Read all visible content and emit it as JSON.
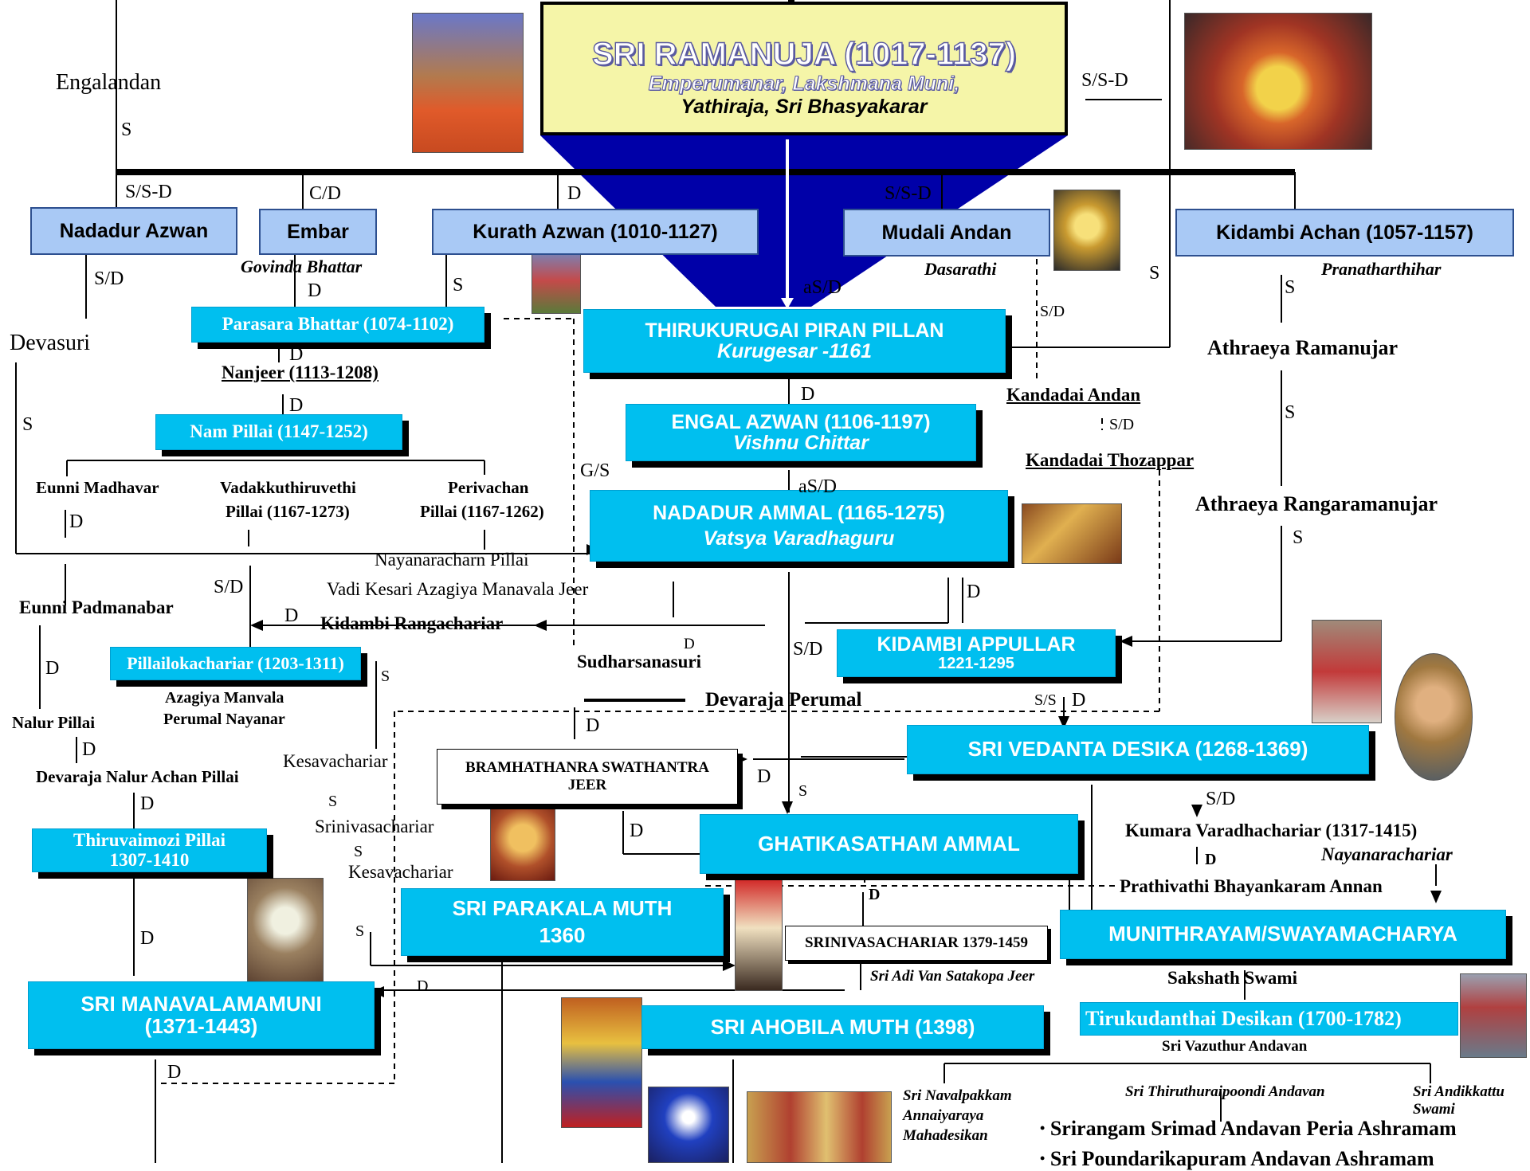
{
  "title": {
    "main": "SRI RAMANUJA (1017-1137)",
    "sub1": "Emperumanar, Lakshmana Muni,",
    "sub2": "Yathiraja, Sri Bhasyakarar"
  },
  "boxes": {
    "nadadur_azwan": "Nadadur Azwan",
    "embar": "Embar",
    "kurath_azwan": "Kurath Azwan  (1010-1127)",
    "mudali_andan": "Mudali Andan",
    "kidambi_achan": "Kidambi Achan (1057-1157)",
    "parasara_bhattar": "Parasara Bhattar (1074-1102)",
    "thirukurugai_1": "THIRUKURUGAI  PIRAN  PILLAN",
    "thirukurugai_2": "Kurugesar     -1161",
    "nam_pillai": "Nam Pillai (1147-1252)",
    "engal_azwan_1": "ENGAL AZWAN (1106-1197)",
    "engal_azwan_2": "Vishnu Chittar",
    "nadadur_ammal_1": "NADADUR AMMAL  (1165-1275)",
    "nadadur_ammal_2": "Vatsya Varadhaguru",
    "kidambi_appullar_1": "KIDAMBI APPULLAR",
    "kidambi_appullar_2": "1221-1295",
    "pillailokachariar": "Pillailokachariar (1203-1311)",
    "vedanta_desika": "SRI VEDANTA  DESIKA (1268-1369)",
    "bramhathanra_1": "BRAMHATHANRA SWATHANTRA",
    "bramhathanra_2": "JEER",
    "ghatikasatham": "GHATIKASATHAM AMMAL",
    "thiruvaimozi_1": "Thiruvaimozi Pillai",
    "thiruvaimozi_2": "1307-1410",
    "parakala_1": "SRI PARAKALA MUTH",
    "parakala_2": "1360",
    "srinivasachariar": "SRINIVASACHARIAR 1379-1459",
    "munithrayam": "MUNITHRAYAM/SWAYAMACHARYA",
    "manavalamamuni_1": "SRI MANAVALAMAMUNI",
    "manavalamamuni_2": "(1371-1443)",
    "ahobila": "SRI AHOBILA MUTH (1398)",
    "tirukudanthai": "Tirukudanthai Desikan (1700-1782)"
  },
  "names": {
    "engalandan": "Engalandan",
    "govinda_bhattar": "Govinda Bhattar",
    "dasarathi": "Dasarathi",
    "pranatharthihar": "Pranatharthihar",
    "devasuri": "Devasuri",
    "nanjeer": "Nanjeer (1113-1208)",
    "kandadai_andan": "Kandadai Andan",
    "athraeya_ramanujar": "Athraeya Ramanujar",
    "kandadai_thozappar": "Kandadai Thozappar",
    "eunni_madhavar": "Eunni Madhavar",
    "vadakku_1": "Vadakkuthiruvethi",
    "vadakku_2": "Pillai (1167-1273)",
    "perivachan_1": "Perivachan",
    "perivachan_2": "Pillai  (1167-1262)",
    "athraeya_ranga": "Athraeya Rangaramanujar",
    "nayanaracharn": "Nayanaracharn Pillai",
    "vadi_kesari": "Vadi Kesari Azagiya Manavala Jeer",
    "eunni_padmanabar": "Eunni Padmanabar",
    "kidambi_rangachariar": "Kidambi Rangachariar",
    "sudharsanasuri": "Sudharsanasuri",
    "azagiya_1": "Azagiya Manvala",
    "azagiya_2": "Perumal Nayanar",
    "devaraja_perumal": "Devaraja Perumal",
    "nalur_pillai": "Nalur Pillai",
    "kesavachariar_1": "Kesavachariar",
    "devaraja_nalur": "Devaraja Nalur Achan Pillai",
    "srinivasachariar_2": "Srinivasachariar",
    "kumara": "Kumara Varadhachariar (1317-1415)",
    "nayanarachariar": "Nayanarachariar",
    "kesavachariar_2": "Kesavachariar",
    "prathivathi": "Prathivathi Bhayankaram Annan",
    "adi_van": "Sri Adi Van Satakopa Jeer",
    "sakshath": "Sakshath Swami",
    "vazuthur": "Sri Vazuthur Andavan",
    "navalpakkam_1": "Sri Navalpakkam",
    "navalpakkam_2": "Annaiyaraya",
    "navalpakkam_3": "Mahadesikan",
    "thiruthuraipoondi": "Sri Thiruthuraipoondi Andavan",
    "andikkattu_1": "Sri Andikkattu",
    "andikkattu_2": "Swami"
  },
  "bullets": [
    "Srirangam Srimad Andavan Peria Ashramam",
    "Sri Poundarikapuram  Andavan Ashramam"
  ],
  "relations": {
    "s": "S",
    "d": "D",
    "sd": "S/D",
    "ssd": "S/S-D",
    "cd": "C/D",
    "asd": "aS/D",
    "gs": "G/S",
    "ss": "S/S"
  },
  "icons": {
    "photo": "devotional-photo-icon"
  },
  "colors": {
    "cyan_box": "#00bfef",
    "light_box": "#a9c9f5",
    "title_fill": "#f5f5a8",
    "title_text": "#ffffff",
    "blue_trapezoid": "#0000a8"
  }
}
